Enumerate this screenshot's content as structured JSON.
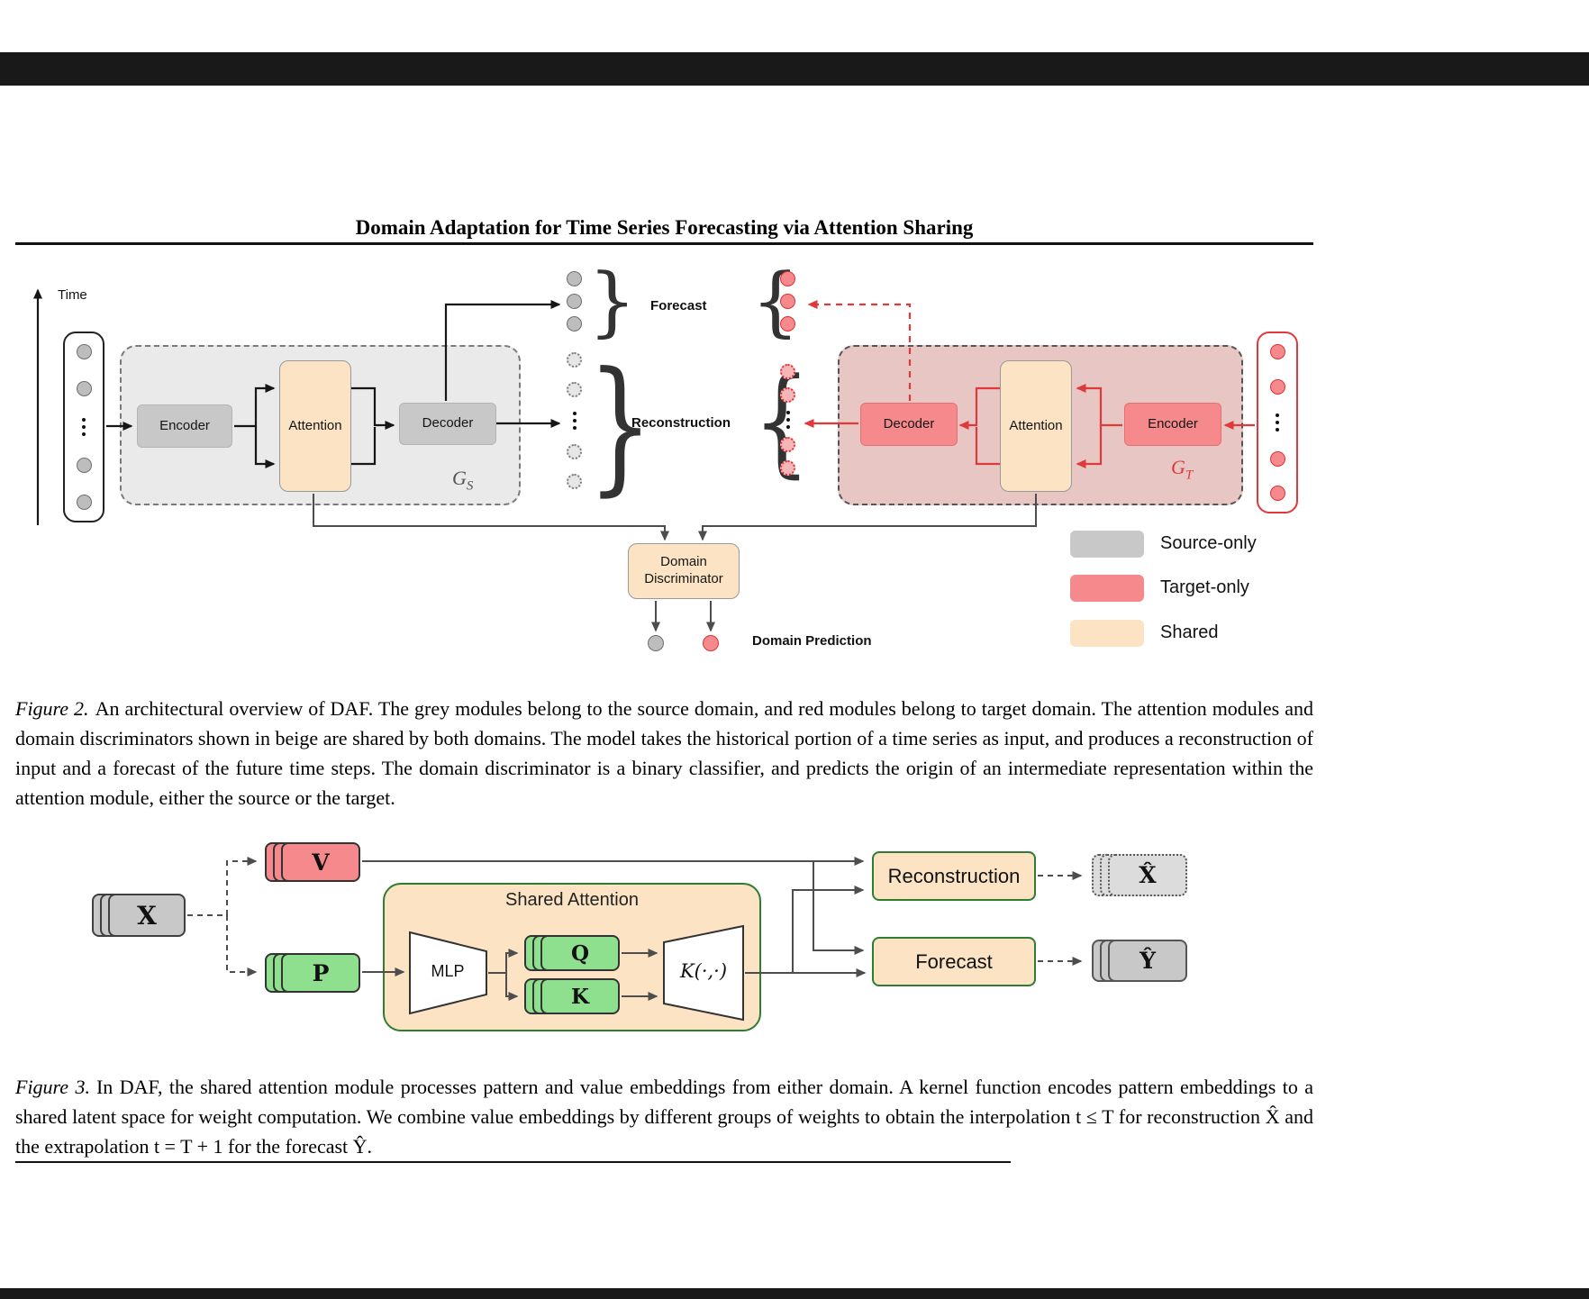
{
  "header": {
    "title": "Domain Adaptation for Time Series Forecasting via Attention Sharing"
  },
  "glyphs": {
    "brace_right": "}",
    "brace_left": "{"
  },
  "figure2": {
    "time_label": "Time",
    "source": {
      "encoder": "Encoder",
      "attention": "Attention",
      "decoder": "Decoder",
      "tag": "G",
      "tag_sub": "S"
    },
    "target": {
      "decoder": "Decoder",
      "attention": "Attention",
      "encoder": "Encoder",
      "tag": "G",
      "tag_sub": "T"
    },
    "forecast_label": "Forecast",
    "reconstruction_label": "Reconstruction",
    "discriminator_line1": "Domain",
    "discriminator_line2": "Discriminator",
    "domain_prediction_label": "Domain Prediction",
    "legend": [
      {
        "label": "Source-only",
        "color": "#c8c8c8"
      },
      {
        "label": "Target-only",
        "color": "#f5898b"
      },
      {
        "label": "Shared",
        "color": "#fbe3c4"
      }
    ],
    "caption": {
      "label": "Figure 2.",
      "text": "An architectural overview of DAF. The grey modules belong to the source domain, and red modules belong to target domain. The attention modules and domain discriminators shown in beige are shared by both domains. The model takes the historical portion of a time series as input, and produces a reconstruction of input and a forecast of the future time steps. The domain discriminator is a binary classifier, and predicts the origin of an intermediate representation within the attention module, either the source or the target."
    }
  },
  "figure3": {
    "x": "X",
    "v": "V",
    "p": "P",
    "shared_attention_title": "Shared Attention",
    "mlp": "MLP",
    "q": "Q",
    "k": "K",
    "kernel": "K(·,·)",
    "reconstruction": "Reconstruction",
    "forecast": "Forecast",
    "x_hat": "X̂",
    "y_hat": "Ŷ",
    "caption": {
      "label": "Figure 3.",
      "text": "In DAF, the shared attention module processes pattern and value embeddings from either domain. A kernel function encodes pattern embeddings to a shared latent space for weight computation. We combine value embeddings by different groups of weights to obtain the interpolation t ≤ T for reconstruction X̂ and the extrapolation t = T + 1 for the forecast Ŷ."
    }
  }
}
